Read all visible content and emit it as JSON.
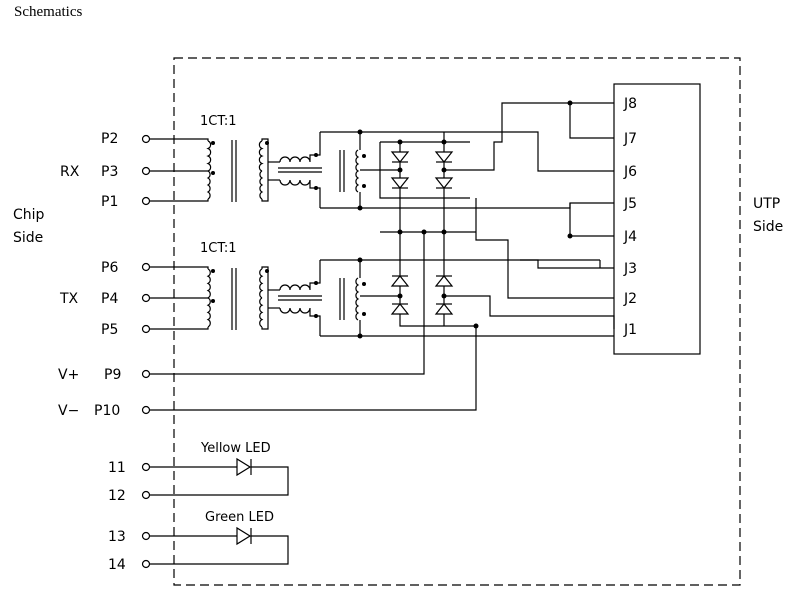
{
  "title": "Schematics",
  "side_labels": {
    "chip_line1": "Chip",
    "chip_line2": "Side",
    "utp_line1": "UTP",
    "utp_line2": "Side"
  },
  "groups": {
    "rx": "RX",
    "tx": "TX"
  },
  "transformer_label": "1CT:1",
  "chip_pins": [
    "P2",
    "P3",
    "P1",
    "P6",
    "P4",
    "P5",
    "V+",
    "P9",
    "V−",
    "P10"
  ],
  "led_pins": [
    "11",
    "12",
    "13",
    "14"
  ],
  "led_labels": {
    "yellow": "Yellow  LED",
    "green": "Green  LED"
  },
  "connector_pins": [
    "J8",
    "J7",
    "J6",
    "J5",
    "J4",
    "J3",
    "J2",
    "J1"
  ]
}
